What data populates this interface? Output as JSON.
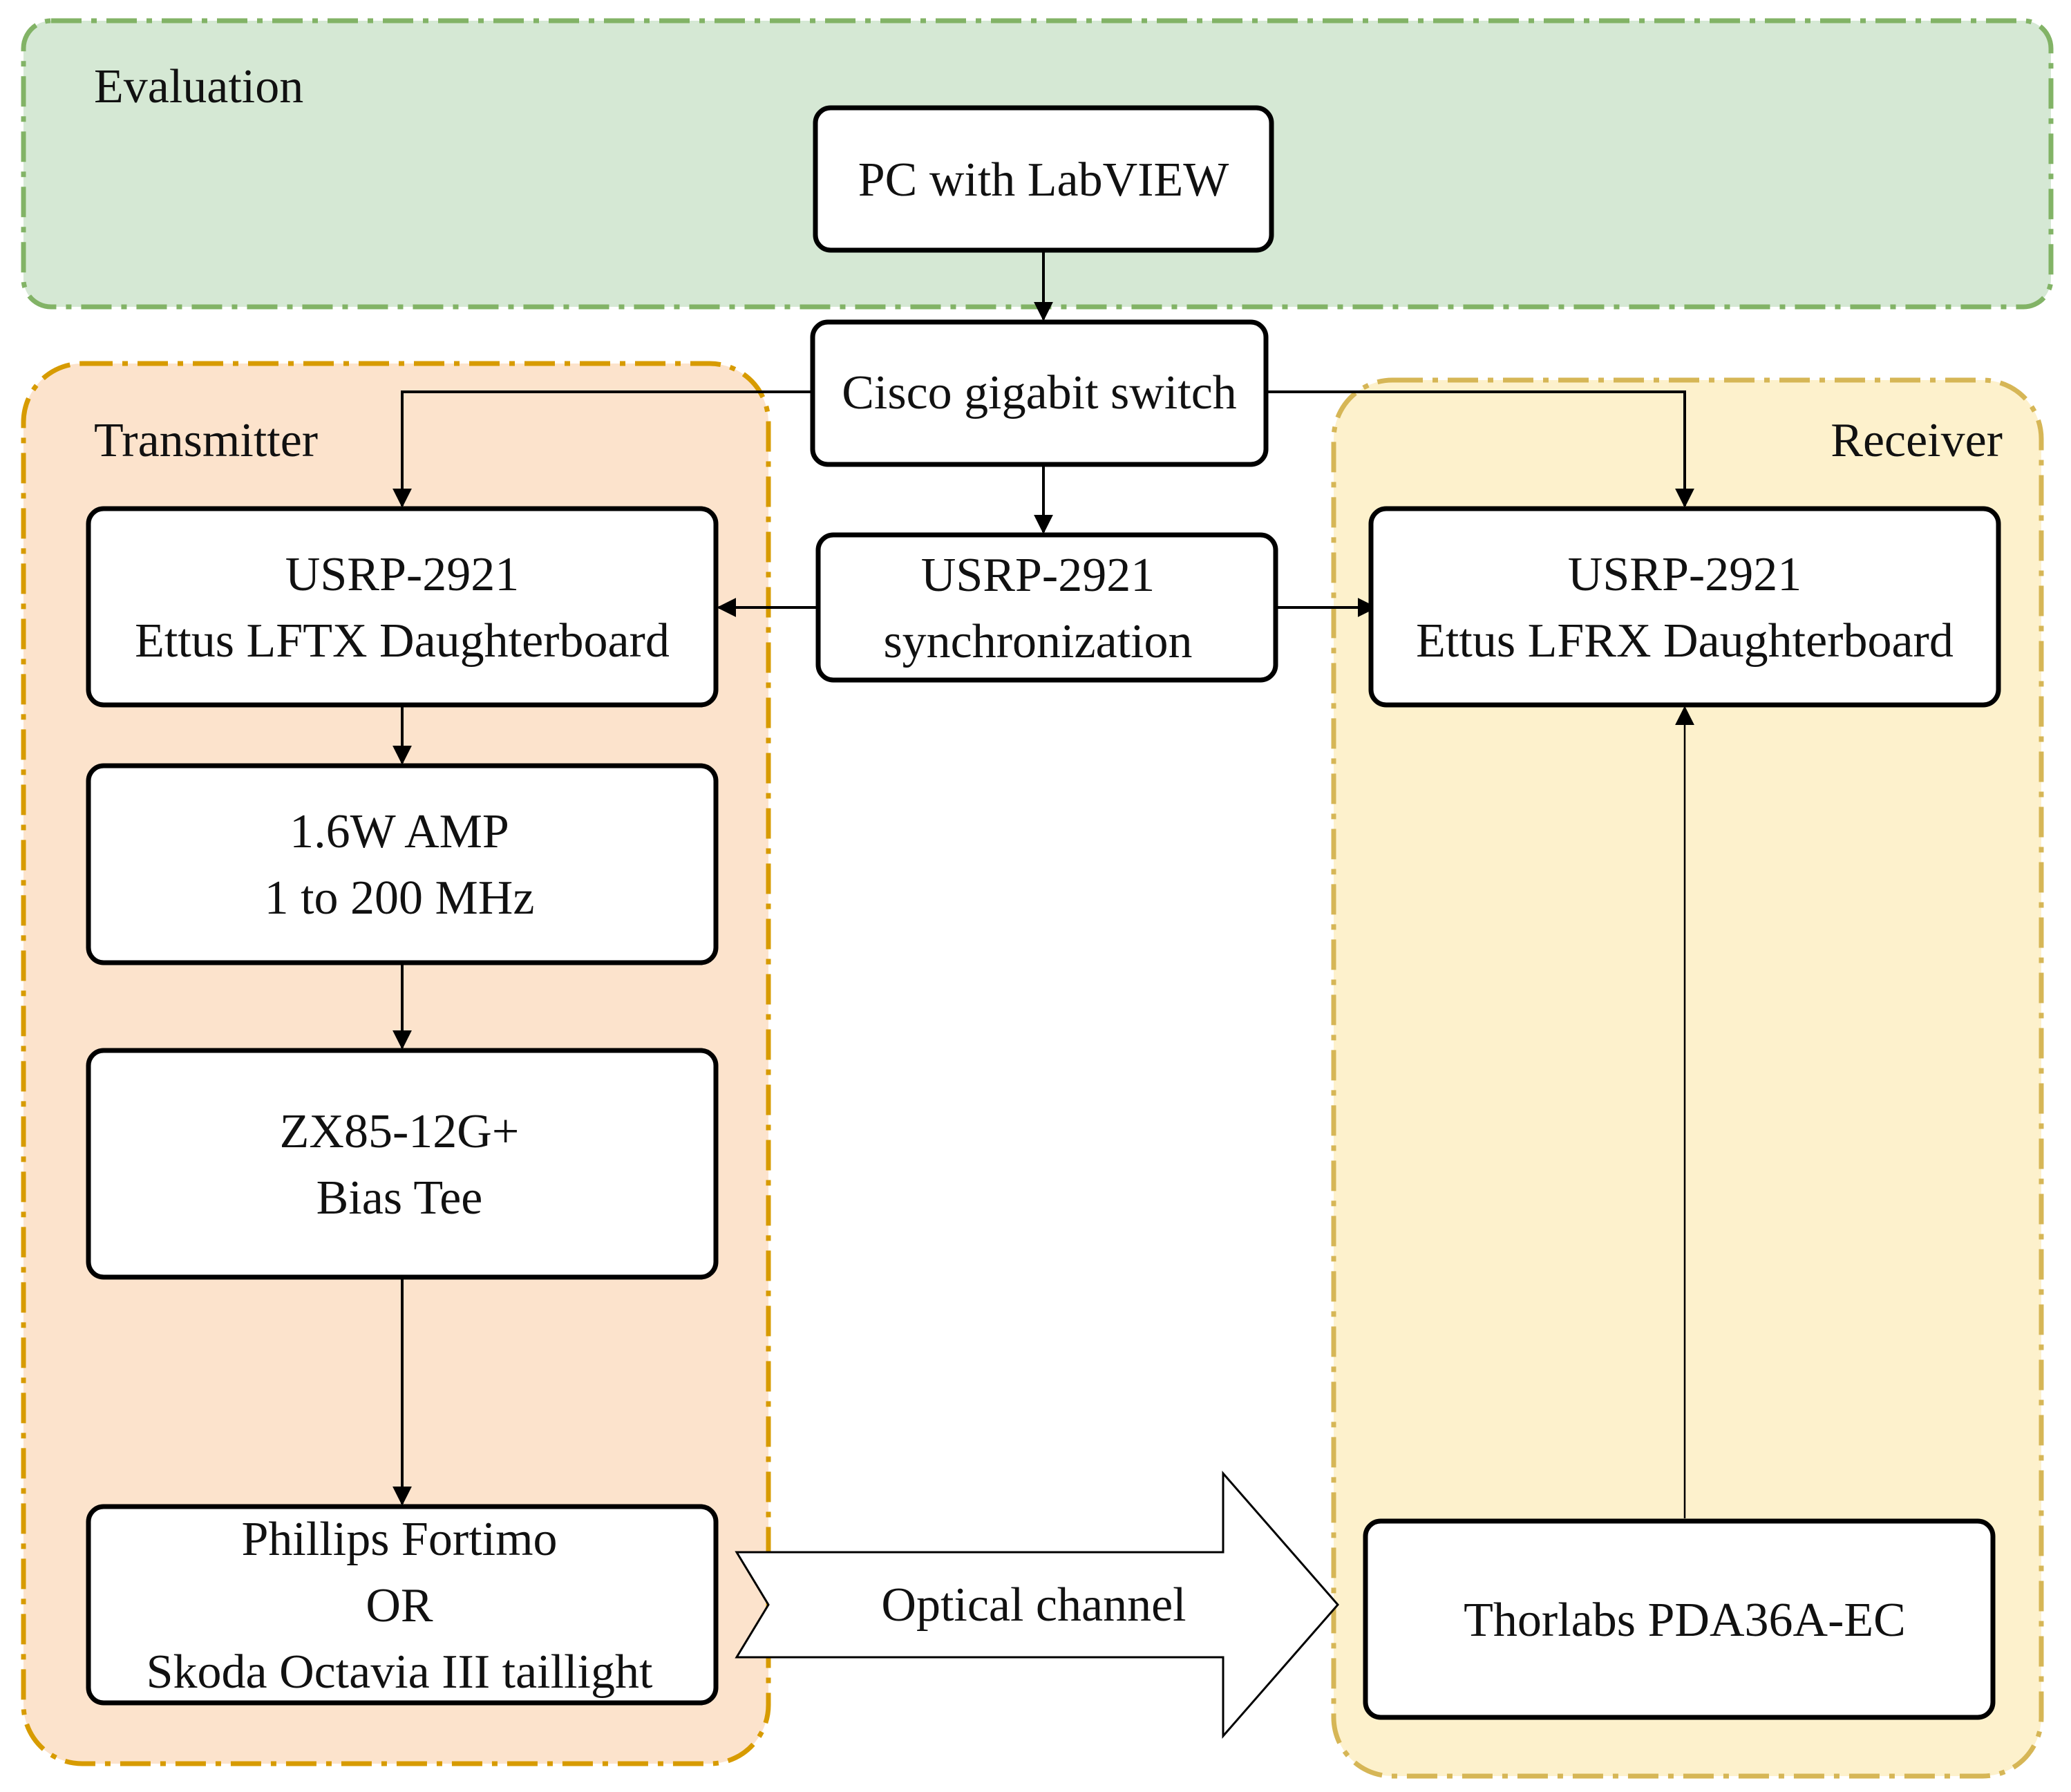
{
  "regions": {
    "evaluation": {
      "label": "Evaluation",
      "fill": "#d5e8d4",
      "stroke": "#82b366"
    },
    "transmitter": {
      "label": "Transmitter",
      "fill": "#fce3cc",
      "stroke": "#d79b00"
    },
    "receiver": {
      "label": "Receiver",
      "fill": "#fdf1cc",
      "stroke": "#d6b656"
    }
  },
  "boxes": {
    "pc": {
      "lines": [
        "PC with LabVIEW"
      ]
    },
    "switch": {
      "lines": [
        "Cisco gigabit switch"
      ]
    },
    "sync": {
      "lines": [
        "USRP-2921",
        "synchronization"
      ]
    },
    "usrp_tx": {
      "lines": [
        "USRP-2921",
        "Ettus LFTX Daughterboard"
      ]
    },
    "amp": {
      "lines": [
        "1.6W AMP",
        "1 to 200 MHz"
      ]
    },
    "bias_tee": {
      "lines": [
        "ZX85-12G+",
        "Bias Tee"
      ]
    },
    "light": {
      "lines": [
        "Phillips Fortimo",
        "OR",
        "Skoda Octavia III taillight"
      ]
    },
    "usrp_rx": {
      "lines": [
        "USRP-2921",
        "Ettus LFRX Daughterboard"
      ]
    },
    "detector": {
      "lines": [
        "Thorlabs PDA36A-EC"
      ]
    }
  },
  "channel": {
    "label": "Optical channel"
  }
}
